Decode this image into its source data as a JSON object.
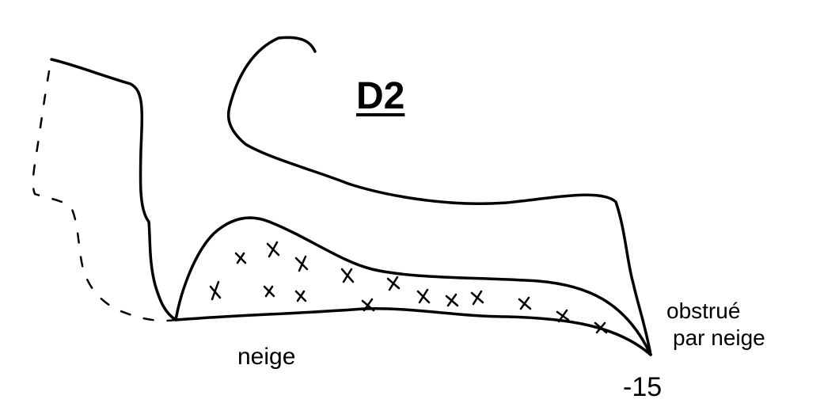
{
  "title": "D2",
  "labels": {
    "snow": "neige",
    "obstruction_line1": "obstrué",
    "obstruction_line2": "par neige",
    "depth": "-15"
  },
  "colors": {
    "ink": "#000000",
    "background": "#ffffff"
  }
}
